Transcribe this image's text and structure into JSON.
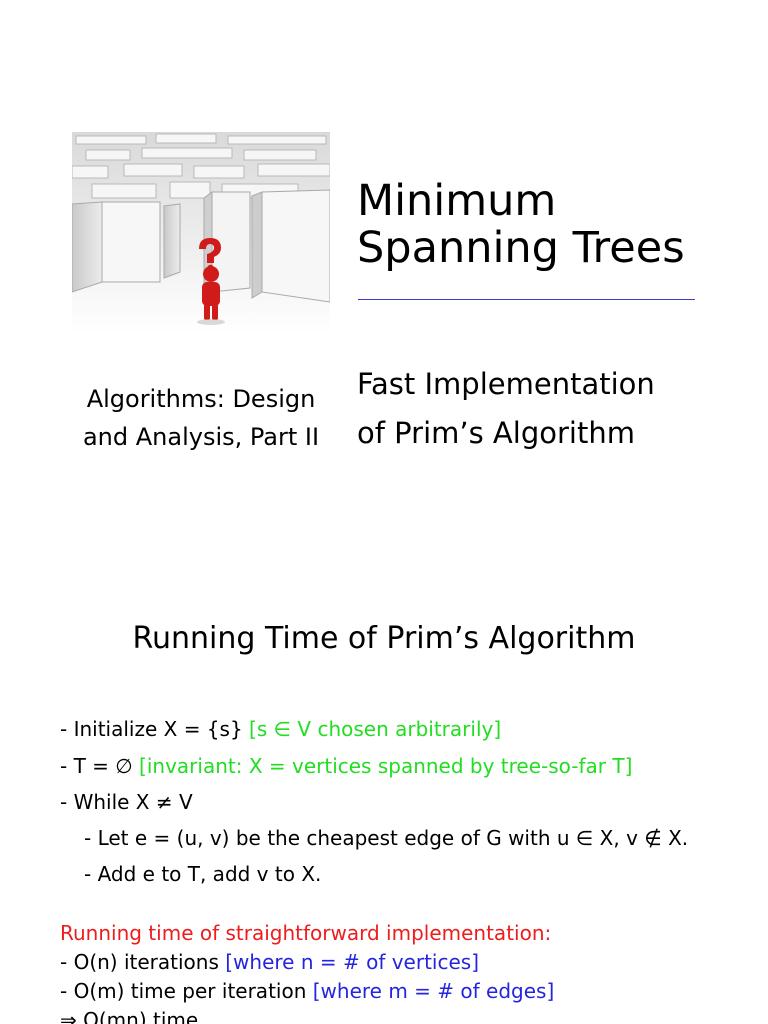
{
  "slide1": {
    "title_line1": "Minimum",
    "title_line2": "Spanning Trees",
    "subtitle_line1": "Fast Implementation",
    "subtitle_line2": "of Prim’s Algorithm",
    "course_line1": "Algorithms: Design",
    "course_line2": "and Analysis, Part II",
    "accent_color": "#3b3bd6"
  },
  "slide2": {
    "title": "Running Time of Prim’s Algorithm",
    "lines": [
      {
        "plain": "- Initialize X = {s}",
        "note": "[s ∈ V chosen arbitrarily]"
      },
      {
        "plain": "- T = ∅",
        "note": "[invariant: X = vertices spanned by tree-so-far T]"
      },
      {
        "plain": "- While X ≠ V"
      },
      {
        "plain": "- Let e = (u, v) be the cheapest edge of G with u ∈ X, v ∉ X."
      },
      {
        "plain": "- Add e to T, add v to X."
      }
    ],
    "runtime_heading": "Running time of straightforward implementation:",
    "runtime_lines": [
      {
        "plain": "- O(n) iterations",
        "note": "[where n = # of vertices]"
      },
      {
        "plain": "- O(m) time per iteration",
        "note": "[where m = # of edges]"
      },
      {
        "plain": "⇒ O(mn) time"
      }
    ],
    "colors": {
      "annotation": "#22dd22",
      "definition": "#2525e0",
      "highlight": "#ee1c1c"
    }
  }
}
